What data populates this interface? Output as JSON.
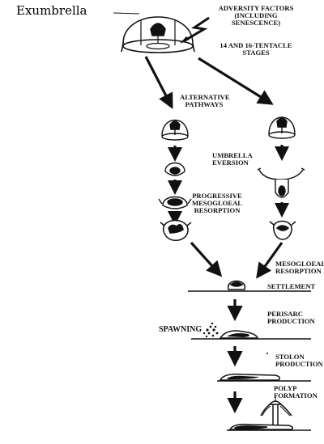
{
  "header_label": "Exumbrella",
  "labels": {
    "adversity": [
      "ADVERSITY FACTORS",
      "(INCLUDING",
      "SENESCENCE)"
    ],
    "tentacle_stages": [
      "14 AND 16-TENTACLE",
      "STAGES"
    ],
    "alternative": [
      "ALTERNATIVE",
      "PATHWAYS"
    ],
    "umbrella_eversion": [
      "UMBRELLA",
      "EVERSION"
    ],
    "progressive": [
      "PROGRESSIVE",
      "MESOGLOEAL",
      "RESORPTION"
    ],
    "mesogloeal": [
      "MESOGLOEAL",
      "RESORPTION"
    ],
    "settlement": [
      "SETTLEMENT"
    ],
    "spawning": [
      "SPAWNING"
    ],
    "perisarc": [
      "PERISARC",
      "PRODUCTION"
    ],
    "stolon": [
      "STOLON",
      "PRODUCTION"
    ],
    "polyp": [
      "POLYP",
      "FORMATION"
    ]
  },
  "colors": {
    "ink": "#111111",
    "background": "#ffffff"
  }
}
